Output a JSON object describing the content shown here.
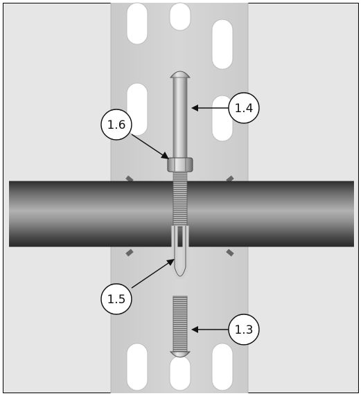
{
  "callouts": [
    {
      "id": "c14",
      "label": "1.4"
    },
    {
      "id": "c16",
      "label": "1.6"
    },
    {
      "id": "c15",
      "label": "1.5"
    },
    {
      "id": "c13",
      "label": "1.3"
    }
  ],
  "colors": {
    "background": "#e6e6e6",
    "rail": "#cfcfcf",
    "slot": "#ffffff",
    "pipe_dark": "#3f3f3f",
    "pipe_light": "#a9a9a9",
    "steel": "#b8b8b8"
  }
}
